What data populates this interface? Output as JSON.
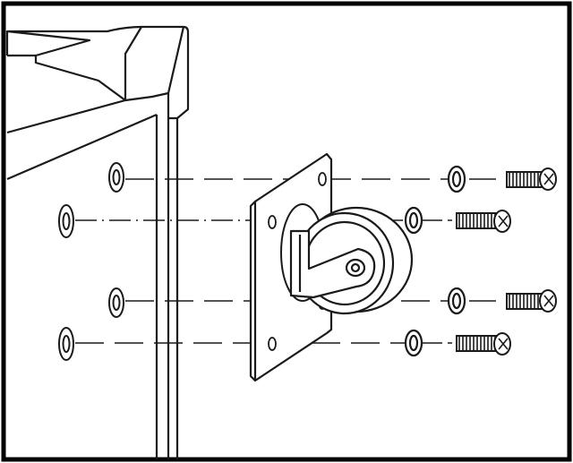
{
  "figure": {
    "kind": "exploded-assembly-illustration",
    "parts": [
      "cabinet-corner",
      "caster-plate",
      "caster-wheel",
      "washer",
      "screw"
    ],
    "colors": {
      "line": "#1a1a1a",
      "fill": "#ffffff",
      "frame": "#000000"
    }
  }
}
